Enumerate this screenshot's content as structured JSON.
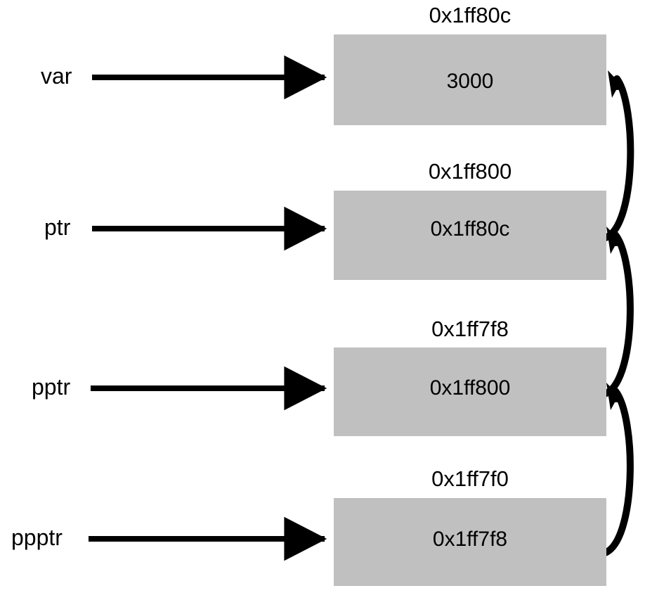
{
  "diagram": {
    "title": "pointer-to-pointer memory layout",
    "type": "memory-diagram",
    "background_color": "#ffffff",
    "box_fill_color": "#c0c0c0",
    "stroke_color": "#000000",
    "cells": [
      {
        "id": "cell-var",
        "address": "0x1ff80c",
        "value": "3000",
        "variable": "var",
        "points_to": null
      },
      {
        "id": "cell-ptr",
        "address": "0x1ff800",
        "value": "0x1ff80c",
        "variable": "ptr",
        "points_to": "0x1ff80c"
      },
      {
        "id": "cell-pptr",
        "address": "0x1ff7f8",
        "value": "0x1ff800",
        "variable": "pptr",
        "points_to": "0x1ff800"
      },
      {
        "id": "cell-ppptr",
        "address": "0x1ff7f0",
        "value": "0x1ff7f8",
        "variable": "ppptr",
        "points_to": "0x1ff7f8"
      }
    ],
    "pointer_arrows": [
      {
        "from": "cell-ptr",
        "to": "cell-var"
      },
      {
        "from": "cell-pptr",
        "to": "cell-ptr"
      },
      {
        "from": "cell-ppptr",
        "to": "cell-pptr"
      }
    ]
  }
}
